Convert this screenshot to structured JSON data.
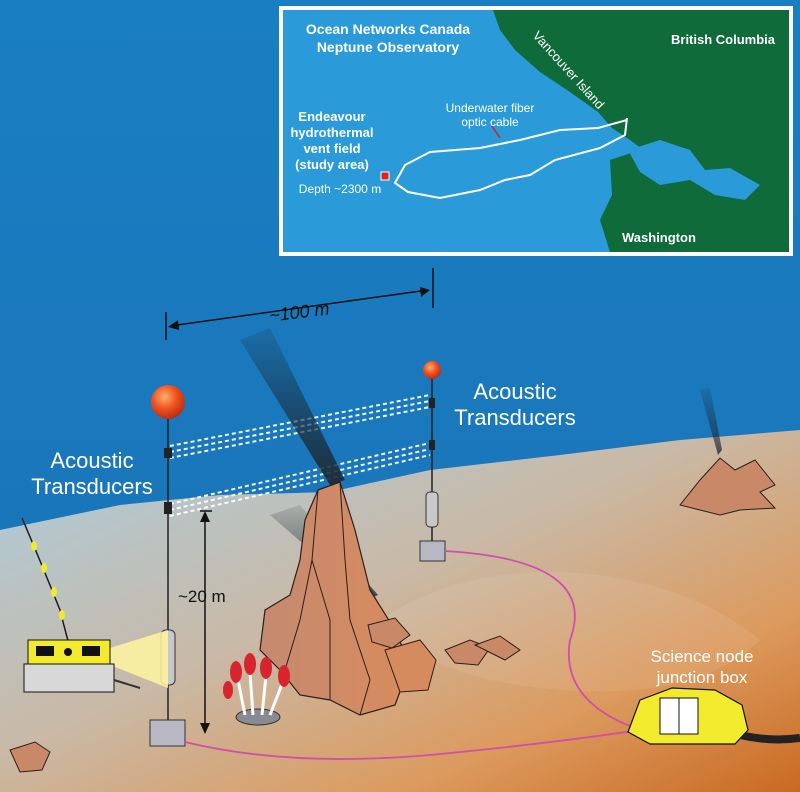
{
  "inset_map": {
    "title_line1": "Ocean Networks Canada",
    "title_line2": "Neptune Observatory",
    "region_bc": "British Columbia",
    "region_wa": "Washington",
    "island": "Vancouver Island",
    "cable_line1": "Underwater fiber",
    "cable_line2": "optic cable",
    "site_line1": "Endeavour",
    "site_line2": "hydrothermal",
    "site_line3": "vent field",
    "site_line4": "(study area)",
    "depth": "Depth ~2300 m"
  },
  "diagram": {
    "horizontal_distance": "~100 m",
    "vertical_distance": "~20 m",
    "transducers_left_line1": "Acoustic",
    "transducers_left_line2": "Transducers",
    "transducers_right_line1": "Acoustic",
    "transducers_right_line2": "Transducers",
    "junction_line1": "Science node",
    "junction_line2": "junction box"
  },
  "colors": {
    "ocean": "#1b7fc2",
    "land": "#0f6b3a",
    "seafloor": "#d9823e",
    "buoy": "#e8421c",
    "vent": "#c98868",
    "cable": "#d04fa8",
    "junction_box": "#f2ea2c"
  }
}
